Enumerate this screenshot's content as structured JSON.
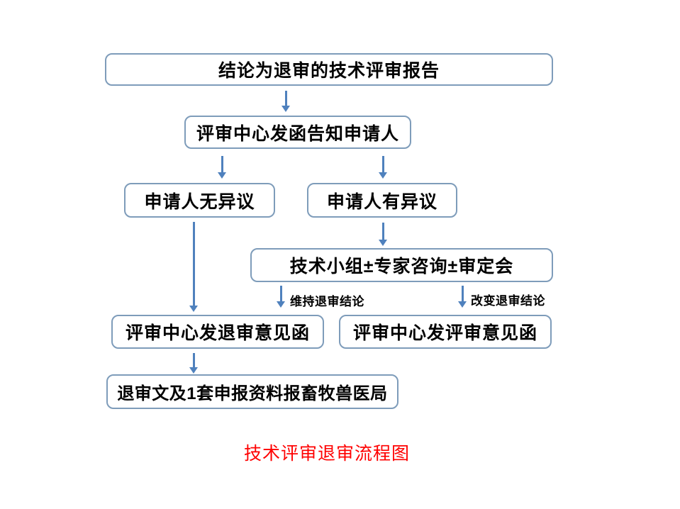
{
  "colors": {
    "box_border": "#7e9cba",
    "arrow": "#4f81bd",
    "title_red": "#ff0000",
    "text": "#000000"
  },
  "title": {
    "text": "技术评审退审流程图"
  },
  "flowchart": {
    "type": "flowchart",
    "nodes": [
      {
        "id": "rejection-report",
        "label": "结论为退审的技术评审报告"
      },
      {
        "id": "notify-applicant",
        "label": "评审中心发函告知申请人"
      },
      {
        "id": "no-objection",
        "label": "申请人无异议"
      },
      {
        "id": "has-objection",
        "label": "申请人有异议"
      },
      {
        "id": "technical-group",
        "label": "技术小组±专家咨询±审定会"
      },
      {
        "id": "rejection-letter",
        "label": "评审中心发退审意见函"
      },
      {
        "id": "review-letter",
        "label": "评审中心发评审意见函"
      },
      {
        "id": "report-to-bureau",
        "label": "退审文及1套申报资料报畜牧兽医局"
      }
    ],
    "edge_labels": {
      "maintain": "维持退审结论",
      "change": "改变退审结论"
    },
    "edges": [
      {
        "from": "rejection-report",
        "to": "notify-applicant"
      },
      {
        "from": "notify-applicant",
        "to": "no-objection"
      },
      {
        "from": "notify-applicant",
        "to": "has-objection"
      },
      {
        "from": "has-objection",
        "to": "technical-group"
      },
      {
        "from": "no-objection",
        "to": "rejection-letter"
      },
      {
        "from": "technical-group",
        "to": "rejection-letter",
        "label": "维持退审结论"
      },
      {
        "from": "technical-group",
        "to": "review-letter",
        "label": "改变退审结论"
      },
      {
        "from": "rejection-letter",
        "to": "report-to-bureau"
      }
    ]
  }
}
